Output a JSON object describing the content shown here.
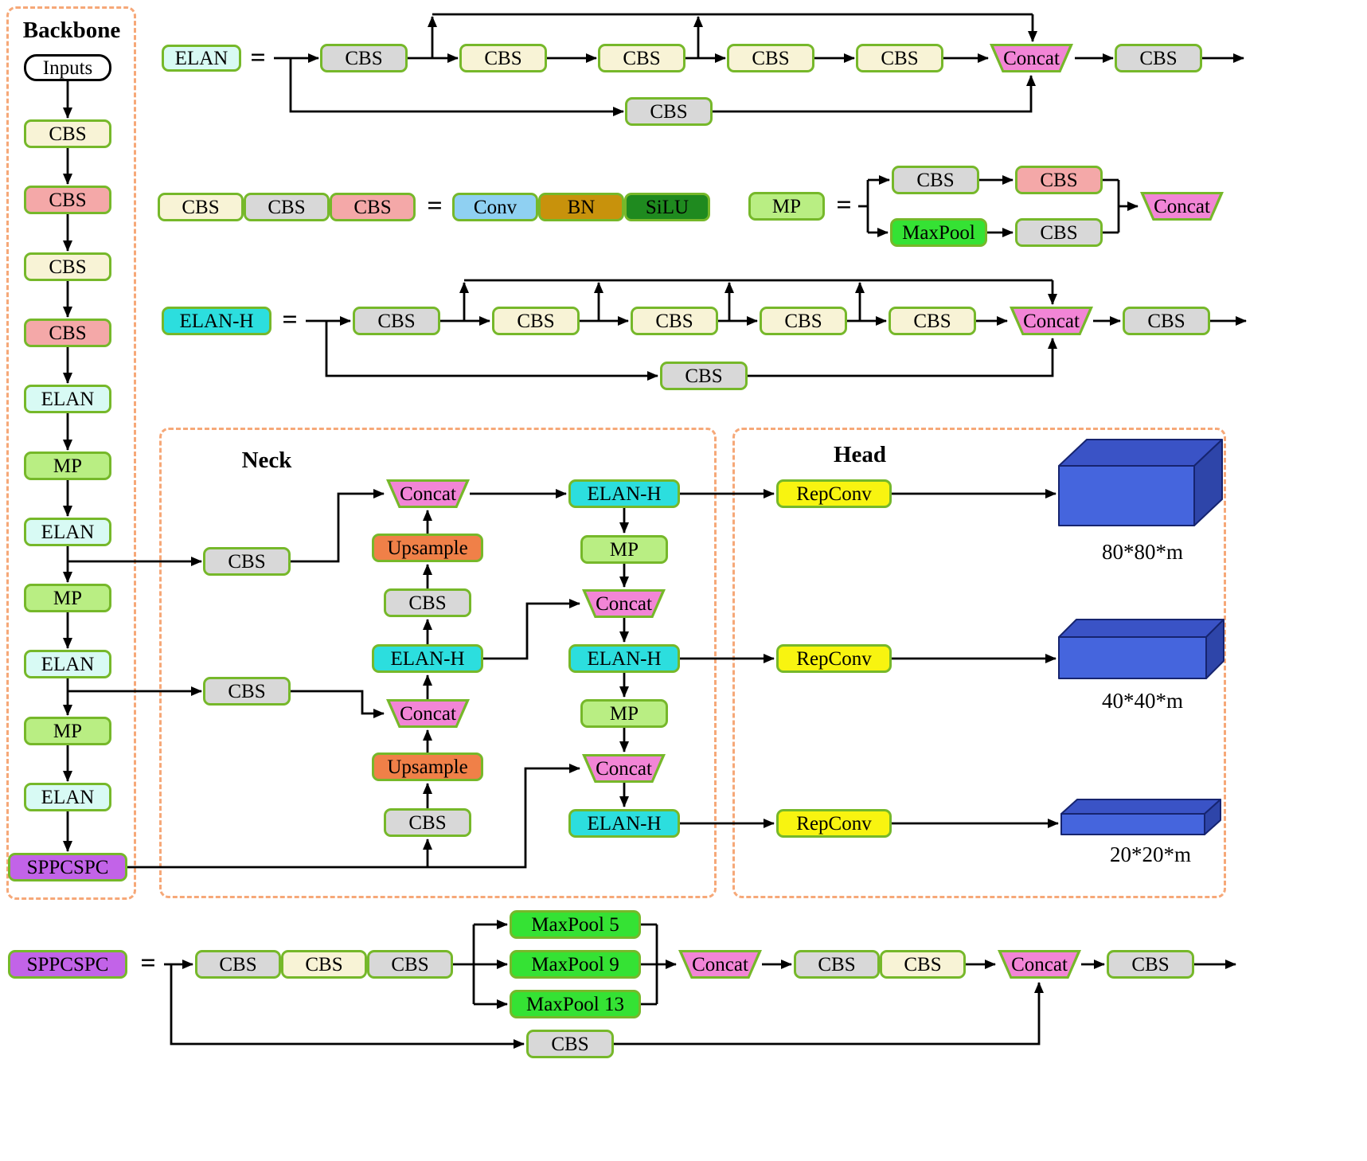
{
  "titles": {
    "backbone": "Backbone",
    "neck": "Neck",
    "head": "Head"
  },
  "eq": "=",
  "backbone": {
    "nodes": [
      "Inputs",
      "CBS",
      "CBS",
      "CBS",
      "CBS",
      "ELAN",
      "MP",
      "ELAN",
      "MP",
      "ELAN",
      "MP",
      "ELAN",
      "SPPCSPC"
    ]
  },
  "elan_def": {
    "label": "ELAN",
    "chain": [
      "CBS",
      "CBS",
      "CBS",
      "CBS",
      "CBS",
      "Concat",
      "CBS"
    ],
    "branch": "CBS"
  },
  "cbs_def": {
    "inputs": [
      "CBS",
      "CBS",
      "CBS"
    ],
    "parts": [
      "Conv",
      "BN",
      "SiLU"
    ]
  },
  "mp_def": {
    "label": "MP",
    "top": [
      "CBS",
      "CBS"
    ],
    "bottom": [
      "MaxPool",
      "CBS"
    ],
    "concat": "Concat"
  },
  "elanh_def": {
    "label": "ELAN-H",
    "chain": [
      "CBS",
      "CBS",
      "CBS",
      "CBS",
      "CBS",
      "Concat",
      "CBS"
    ],
    "branch": "CBS"
  },
  "neck": {
    "taps": [
      "CBS",
      "CBS"
    ],
    "mid": [
      "Concat",
      "Upsample",
      "CBS",
      "ELAN-H",
      "Concat",
      "Upsample",
      "CBS"
    ],
    "right": [
      "ELAN-H",
      "MP",
      "Concat",
      "ELAN-H",
      "MP",
      "Concat",
      "ELAN-H"
    ]
  },
  "head": {
    "repconv": [
      "RepConv",
      "RepConv",
      "RepConv"
    ],
    "outputs": [
      "80*80*m",
      "40*40*m",
      "20*20*m"
    ]
  },
  "sppcspc_def": {
    "label": "SPPCSPC",
    "pre": [
      "CBS",
      "CBS",
      "CBS"
    ],
    "pools": [
      "MaxPool 5",
      "MaxPool 9",
      "MaxPool 13"
    ],
    "concat1": "Concat",
    "mid": [
      "CBS",
      "CBS"
    ],
    "concat2": "Concat",
    "out": "CBS",
    "branch": "CBS"
  },
  "colors": {
    "cbs_cream": "#f8f3d6",
    "cbs_gray": "#d8d8d8",
    "cbs_pink": "#f4a8a8",
    "elan": "#d8faf4",
    "mp": "#b9ee83",
    "sppcspc": "#c263e8",
    "concat": "#f285d6",
    "upsample": "#f08048",
    "elan_h": "#2cdede",
    "repconv": "#f8f410",
    "maxpool": "#35e234",
    "conv": "#8fd0f2",
    "bn": "#c8920c",
    "silu": "#1f8a1f",
    "node_border": "#76b82a",
    "box_border": "#f6a878",
    "cuboid": "#4565dd"
  }
}
